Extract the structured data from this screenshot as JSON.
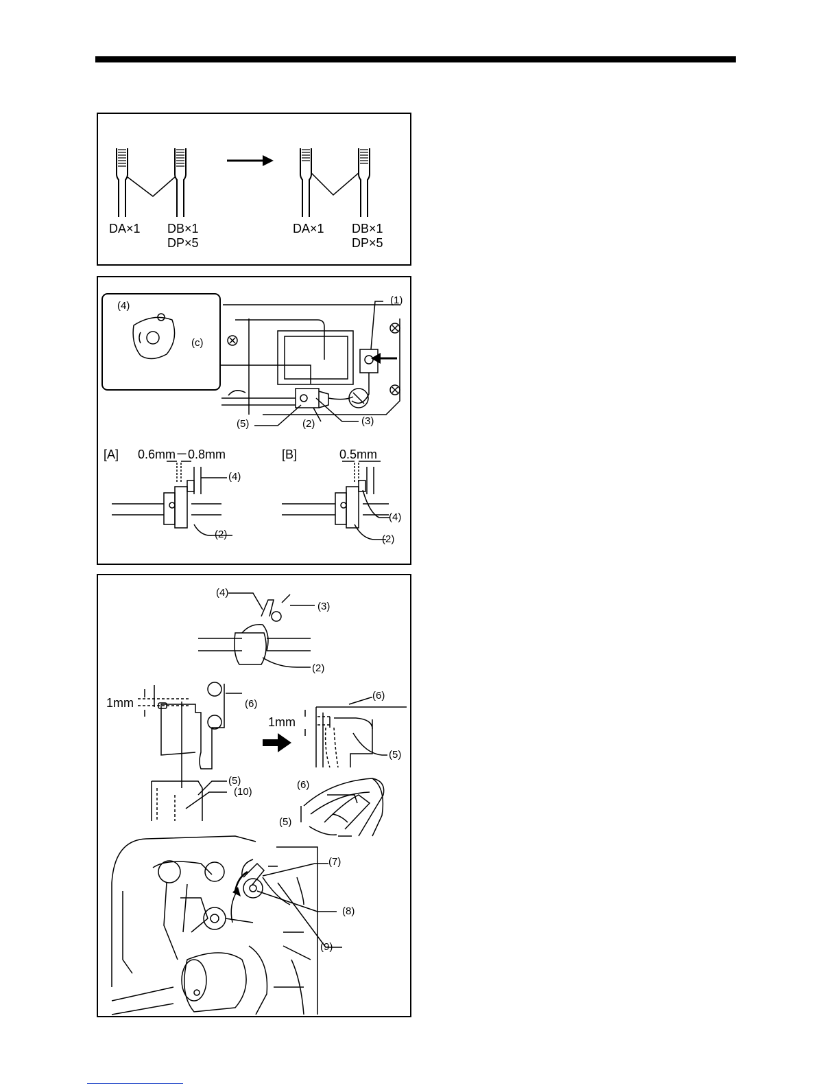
{
  "panel1": {
    "before": {
      "label_a": "DA×1",
      "label_b1": "DB×1",
      "label_b2": "DP×5"
    },
    "after": {
      "label_a": "DA×1",
      "label_b1": "DB×1",
      "label_b2": "DP×5"
    }
  },
  "panel2": {
    "inset": {
      "label_4": "(4)",
      "label_c": "(c)"
    },
    "callouts": {
      "c1": "(1)",
      "c2": "(2)",
      "c3": "(3)",
      "c5": "(5)"
    },
    "detail_a": {
      "tag": "[A]",
      "dimension": "0.6mm－0.8mm",
      "c4": "(4)",
      "c2": "(2)"
    },
    "detail_b": {
      "tag": "[B]",
      "dimension": "0.5mm",
      "c4": "(4)",
      "c2": "(2)"
    }
  },
  "panel3": {
    "top": {
      "c4": "(4)",
      "c3": "(3)",
      "c2": "(2)"
    },
    "left_section": {
      "dimension": "1mm",
      "c6": "(6)",
      "c5": "(5)",
      "c10": "(10)"
    },
    "right_section": {
      "dimension": "1mm",
      "c6": "(6)",
      "c5": "(5)"
    },
    "hook": {
      "c6": "(6)",
      "c5": "(5)"
    },
    "mechanism": {
      "c7": "(7)",
      "c8": "(8)",
      "c9": "(9)"
    }
  }
}
